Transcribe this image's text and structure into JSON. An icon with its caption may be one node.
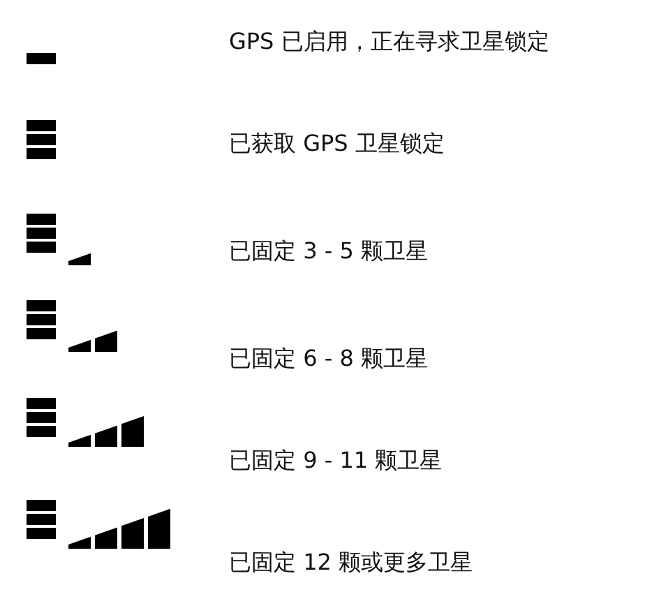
{
  "diagram": {
    "labels": [
      "GPS 已启用，正在寻求卫星锁定",
      "已获取 GPS 卫星锁定",
      "已固定 3 - 5 颗卫星",
      "已固定 6 - 8 颗卫星",
      "已固定 9 - 11 颗卫星",
      "已固定 12 颗或更多卫星"
    ]
  }
}
